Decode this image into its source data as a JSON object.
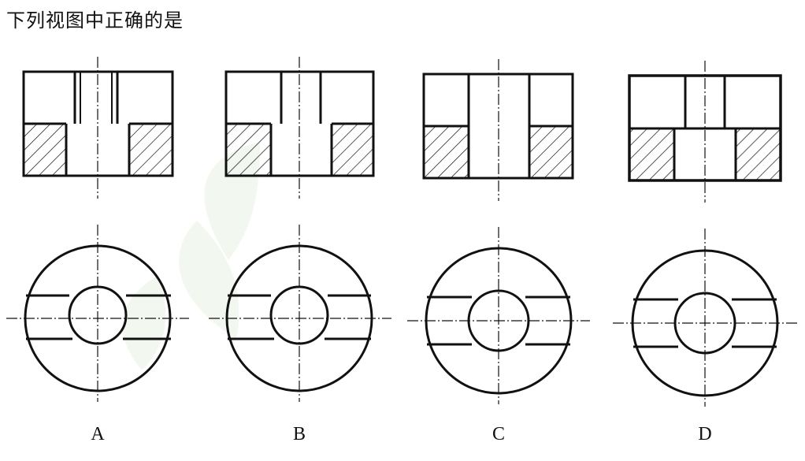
{
  "question": {
    "text": "下列视图中正确的是"
  },
  "options": [
    {
      "label": "A"
    },
    {
      "label": "B"
    },
    {
      "label": "C"
    },
    {
      "label": "D"
    }
  ],
  "colors": {
    "ink": "#111111",
    "watermark": "#eaf3e6"
  }
}
